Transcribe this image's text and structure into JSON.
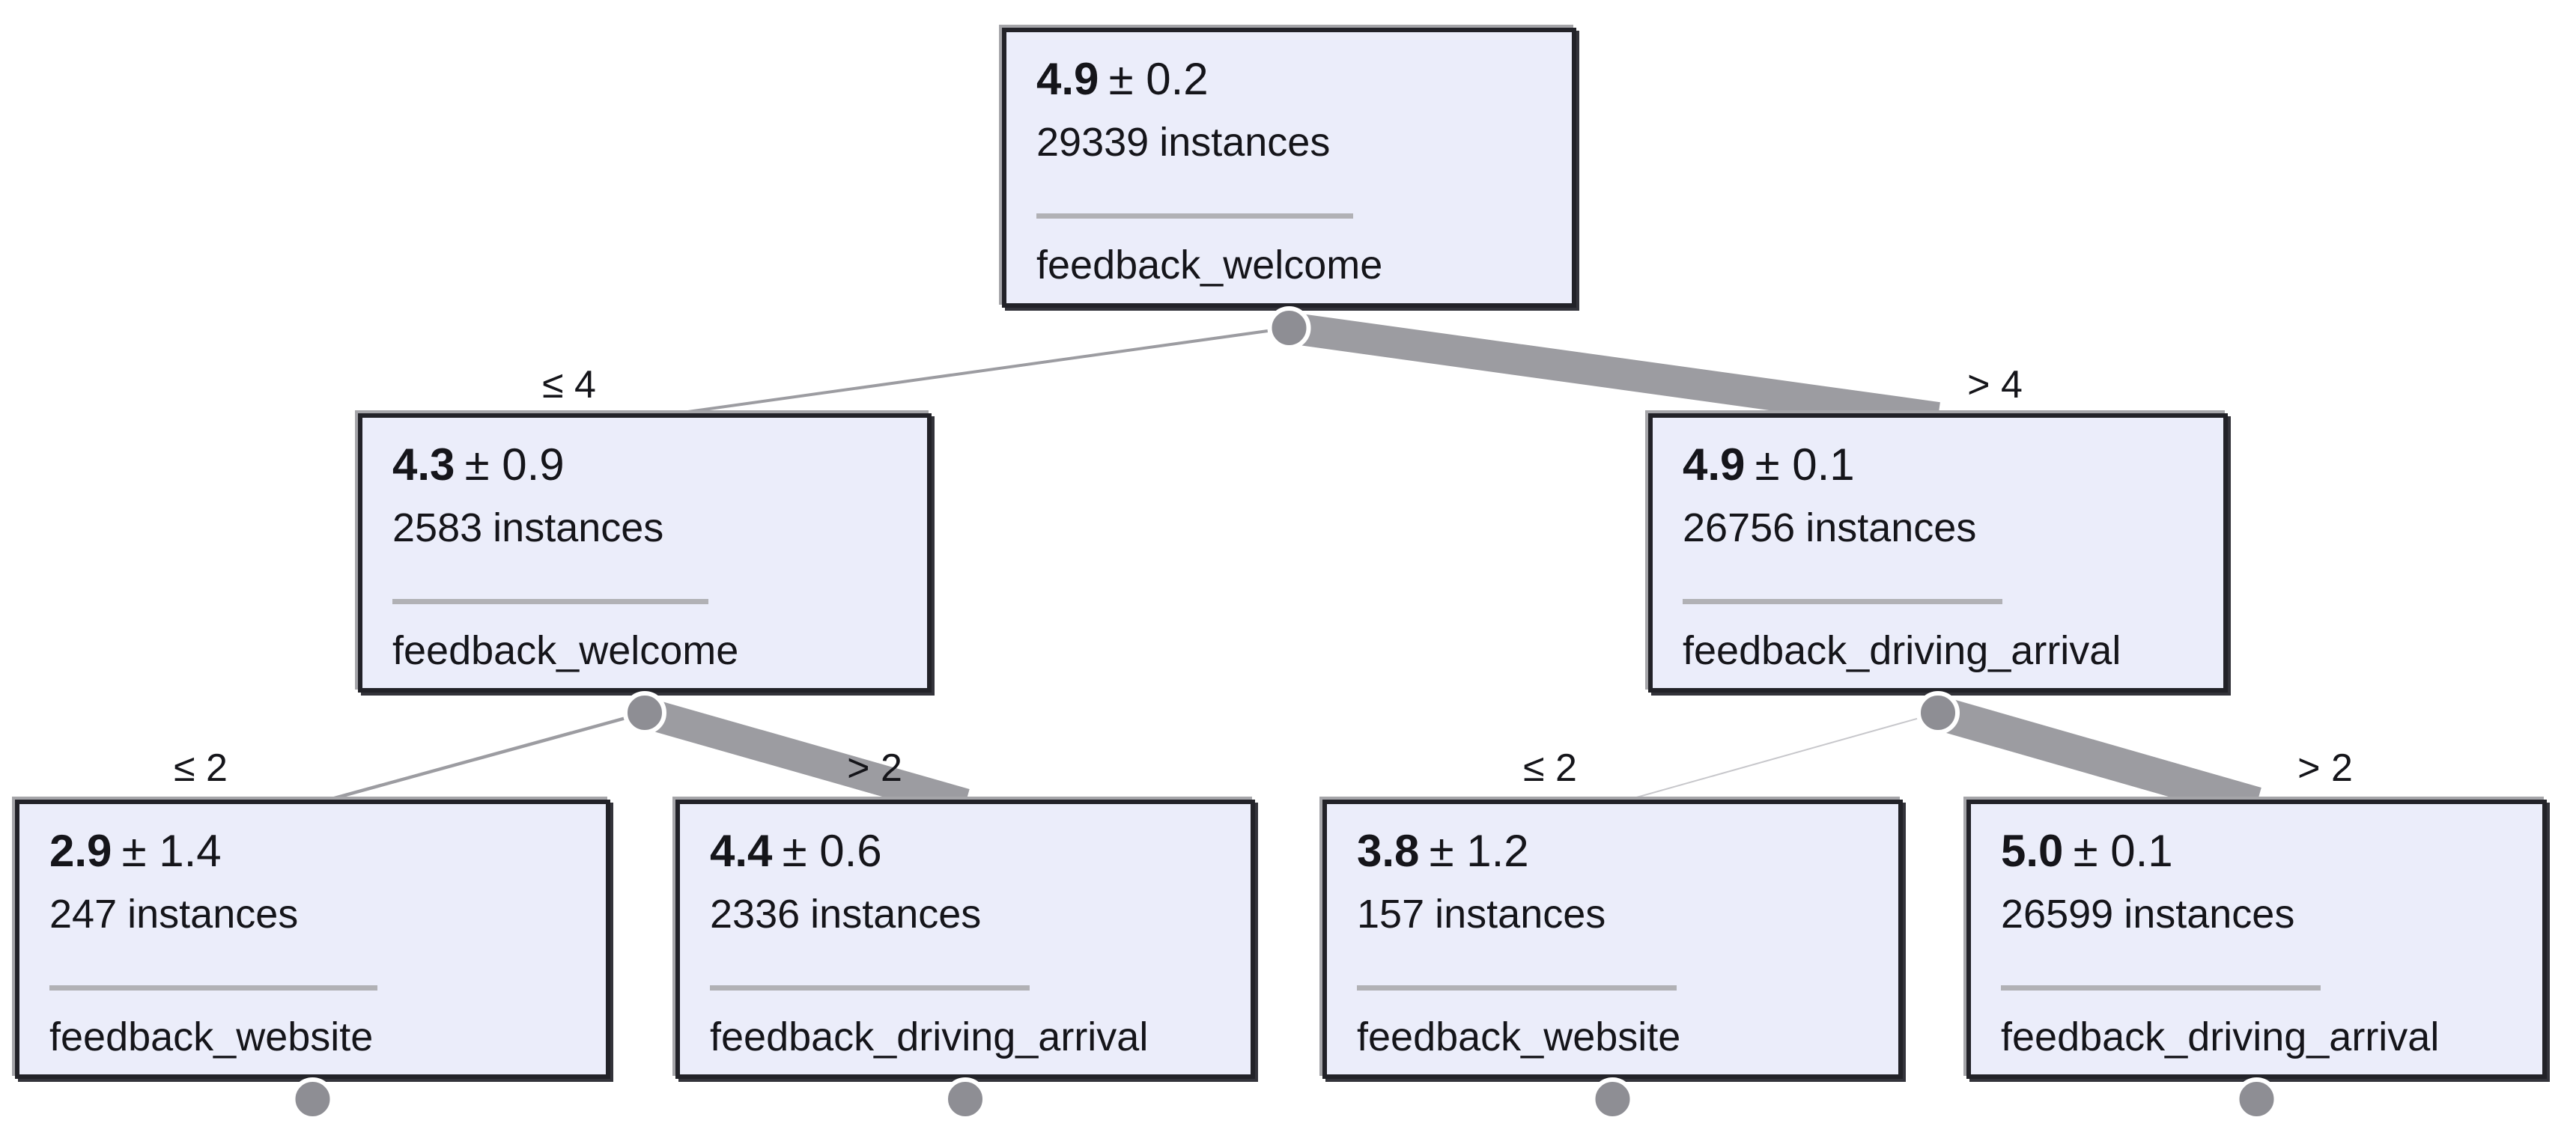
{
  "colors": {
    "background": "#ffffff",
    "node_fill": "#ebedfa",
    "node_border": "#222228",
    "node_border_highlight": "#a5a5a9",
    "edge": "#9c9ca1",
    "edge_faint": "#c7c7cb",
    "dot": "#8e8e94",
    "dot_ring": "#ffffff",
    "divider": "#b1b1b5",
    "text": "#15151a"
  },
  "strings": {
    "instances_suffix": "instances"
  },
  "tree": {
    "nodes": {
      "root": {
        "mean": "4.9",
        "sd": "± 0.2",
        "instances": 29339,
        "feature": "feedback_welcome"
      },
      "left": {
        "mean": "4.3",
        "sd": "± 0.9",
        "instances": 2583,
        "feature": "feedback_welcome"
      },
      "right": {
        "mean": "4.9",
        "sd": "± 0.1",
        "instances": 26756,
        "feature": "feedback_driving_arrival"
      },
      "left_left": {
        "mean": "2.9",
        "sd": "± 1.4",
        "instances": 247,
        "feature": "feedback_website"
      },
      "left_right": {
        "mean": "4.4",
        "sd": "± 0.6",
        "instances": 2336,
        "feature": "feedback_driving_arrival"
      },
      "right_left": {
        "mean": "3.8",
        "sd": "± 1.2",
        "instances": 157,
        "feature": "feedback_website"
      },
      "right_right": {
        "mean": "5.0",
        "sd": "± 0.1",
        "instances": 26599,
        "feature": "feedback_driving_arrival"
      }
    },
    "edges": [
      {
        "from": "root",
        "to": "left",
        "label": "≤ 4"
      },
      {
        "from": "root",
        "to": "right",
        "label": "> 4"
      },
      {
        "from": "left",
        "to": "left_left",
        "label": "≤ 2"
      },
      {
        "from": "left",
        "to": "left_right",
        "label": "> 2"
      },
      {
        "from": "right",
        "to": "right_left",
        "label": "≤ 2"
      },
      {
        "from": "right",
        "to": "right_right",
        "label": "> 2"
      }
    ]
  }
}
